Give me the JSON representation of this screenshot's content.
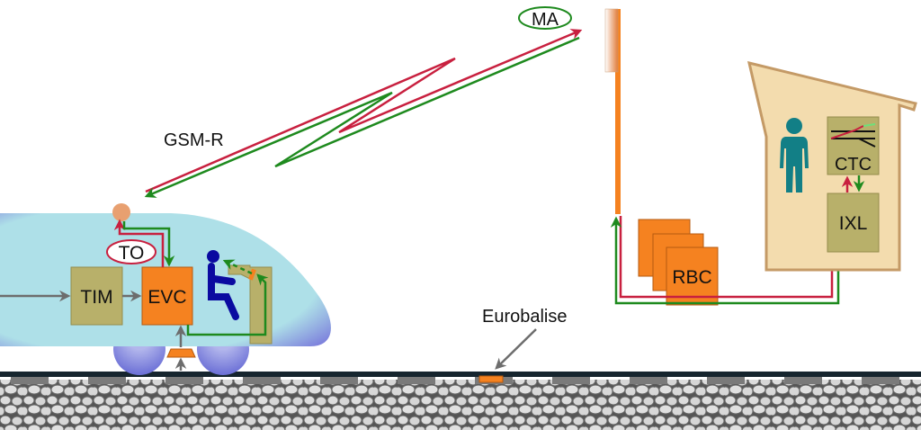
{
  "labels": {
    "ma": "MA",
    "gsmr": "GSM-R",
    "to": "TO",
    "tim": "TIM",
    "evc": "EVC",
    "rbc": "RBC",
    "ctc": "CTC",
    "ixl": "IXL",
    "eurobalise": "Eurobalise"
  },
  "colors": {
    "red": "#c8203f",
    "green": "#1e8a1e",
    "orange": "#f58220",
    "olive": "#b8b06a",
    "train": "#aee0e8",
    "train_edge": "#6b6fd6",
    "house": "#f3dcae",
    "person_house": "#127f86",
    "driver": "#0a0aa0"
  }
}
